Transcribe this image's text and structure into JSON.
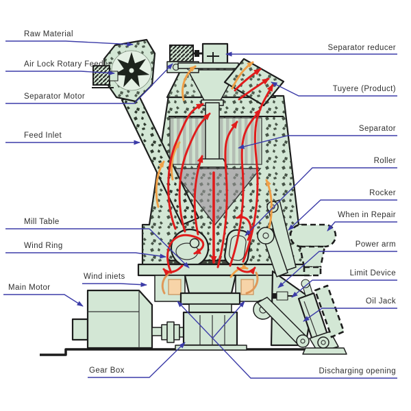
{
  "diagram": {
    "labels": {
      "raw_material": "Raw Material",
      "air_lock_rotary_feeder": "Air Lock Rotary Feeder",
      "separator_motor": "Separator Motor",
      "feed_inlet": "Feed Inlet",
      "mill_table": "Mill Table",
      "wind_ring": "Wind Ring",
      "main_motor": "Main Motor",
      "wind_inlets": "Wind iniets",
      "gear_box": "Gear Box",
      "separator_reducer": "Separator reducer",
      "tuyere_product": "Tuyere (Product)",
      "separator": "Separator",
      "roller": "Roller",
      "rocker": "Rocker",
      "when_in_repair": "When in Repair",
      "power_arm": "Power arm",
      "limit_device": "Limit Device",
      "oil_jack": "Oil Jack",
      "discharging_opening": "Discharging opening"
    },
    "colors": {
      "machine": "#d3e7d5",
      "machine_light": "#e6f2e6",
      "outline": "#1c1c1c",
      "leader": "#3c3ca8",
      "label": "#2e2e2e",
      "flow_red": "#e01c1c",
      "flow_orange": "#f0a048",
      "cone_grey": "#b2b2b2",
      "wind_ring_peach": "#f7d4a8"
    }
  }
}
